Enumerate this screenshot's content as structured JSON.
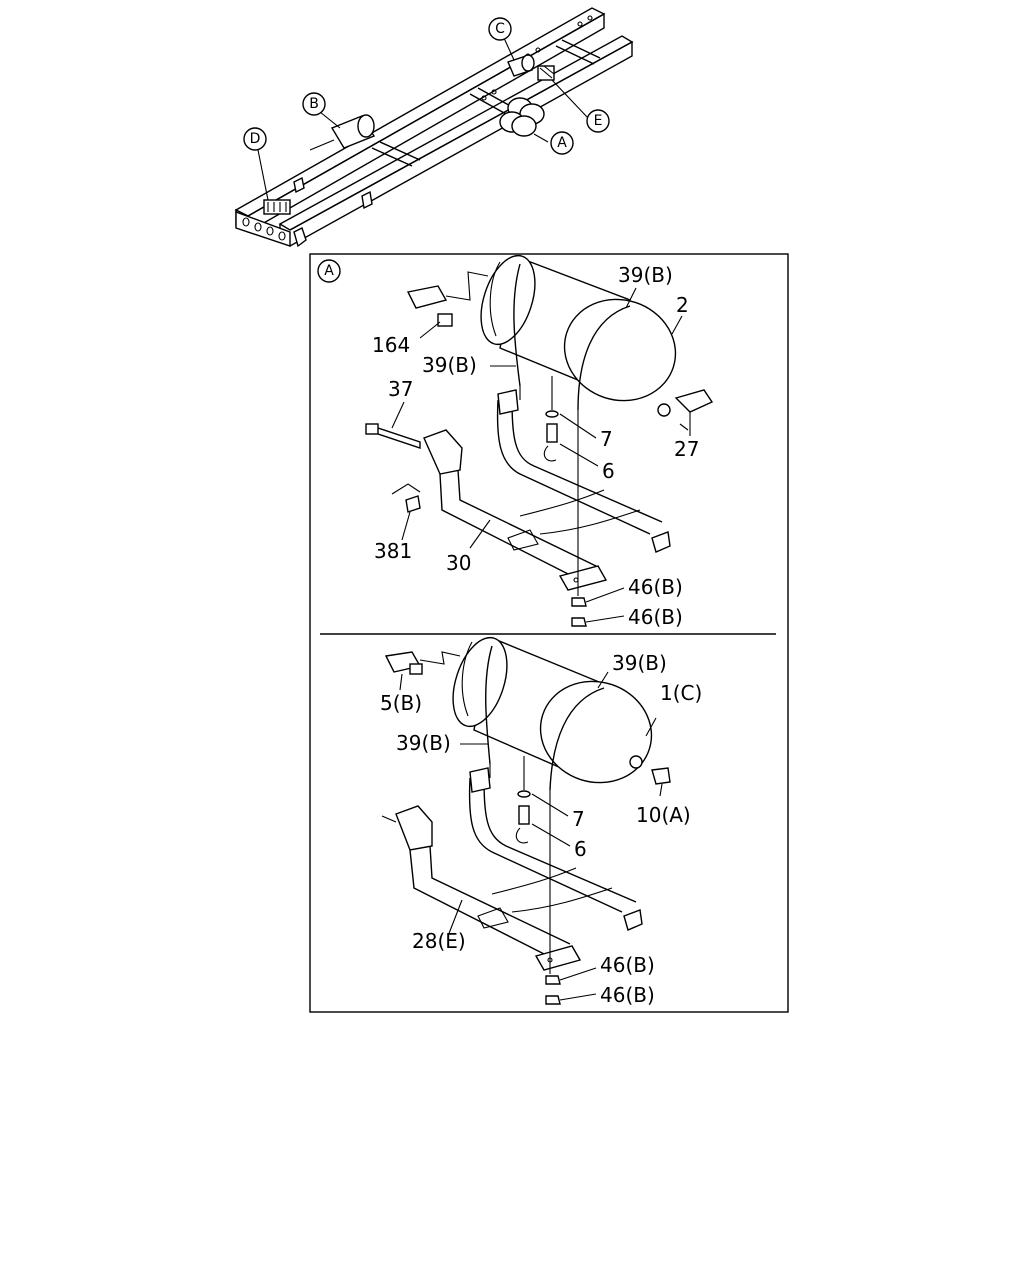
{
  "overview_callouts": {
    "a": "A",
    "b": "B",
    "c": "C",
    "d": "D",
    "e": "E"
  },
  "detail": {
    "view_label": "A",
    "upper": {
      "strap_top": "39(B)",
      "tank": "2",
      "fitting_left": "164",
      "strap_left": "39(B)",
      "bolt": "37",
      "washer": "7",
      "drain_valve": "6",
      "elbow_right": "27",
      "nut_left": "381",
      "bracket": "30",
      "nut_1": "46(B)",
      "nut_2": "46(B)"
    },
    "lower": {
      "strap_top": "39(B)",
      "tank": "1(C)",
      "fitting_left": "5(B)",
      "strap_left": "39(B)",
      "washer": "7",
      "drain_valve": "6",
      "plug_right": "10(A)",
      "bracket": "28(E)",
      "nut_1": "46(B)",
      "nut_2": "46(B)"
    }
  }
}
